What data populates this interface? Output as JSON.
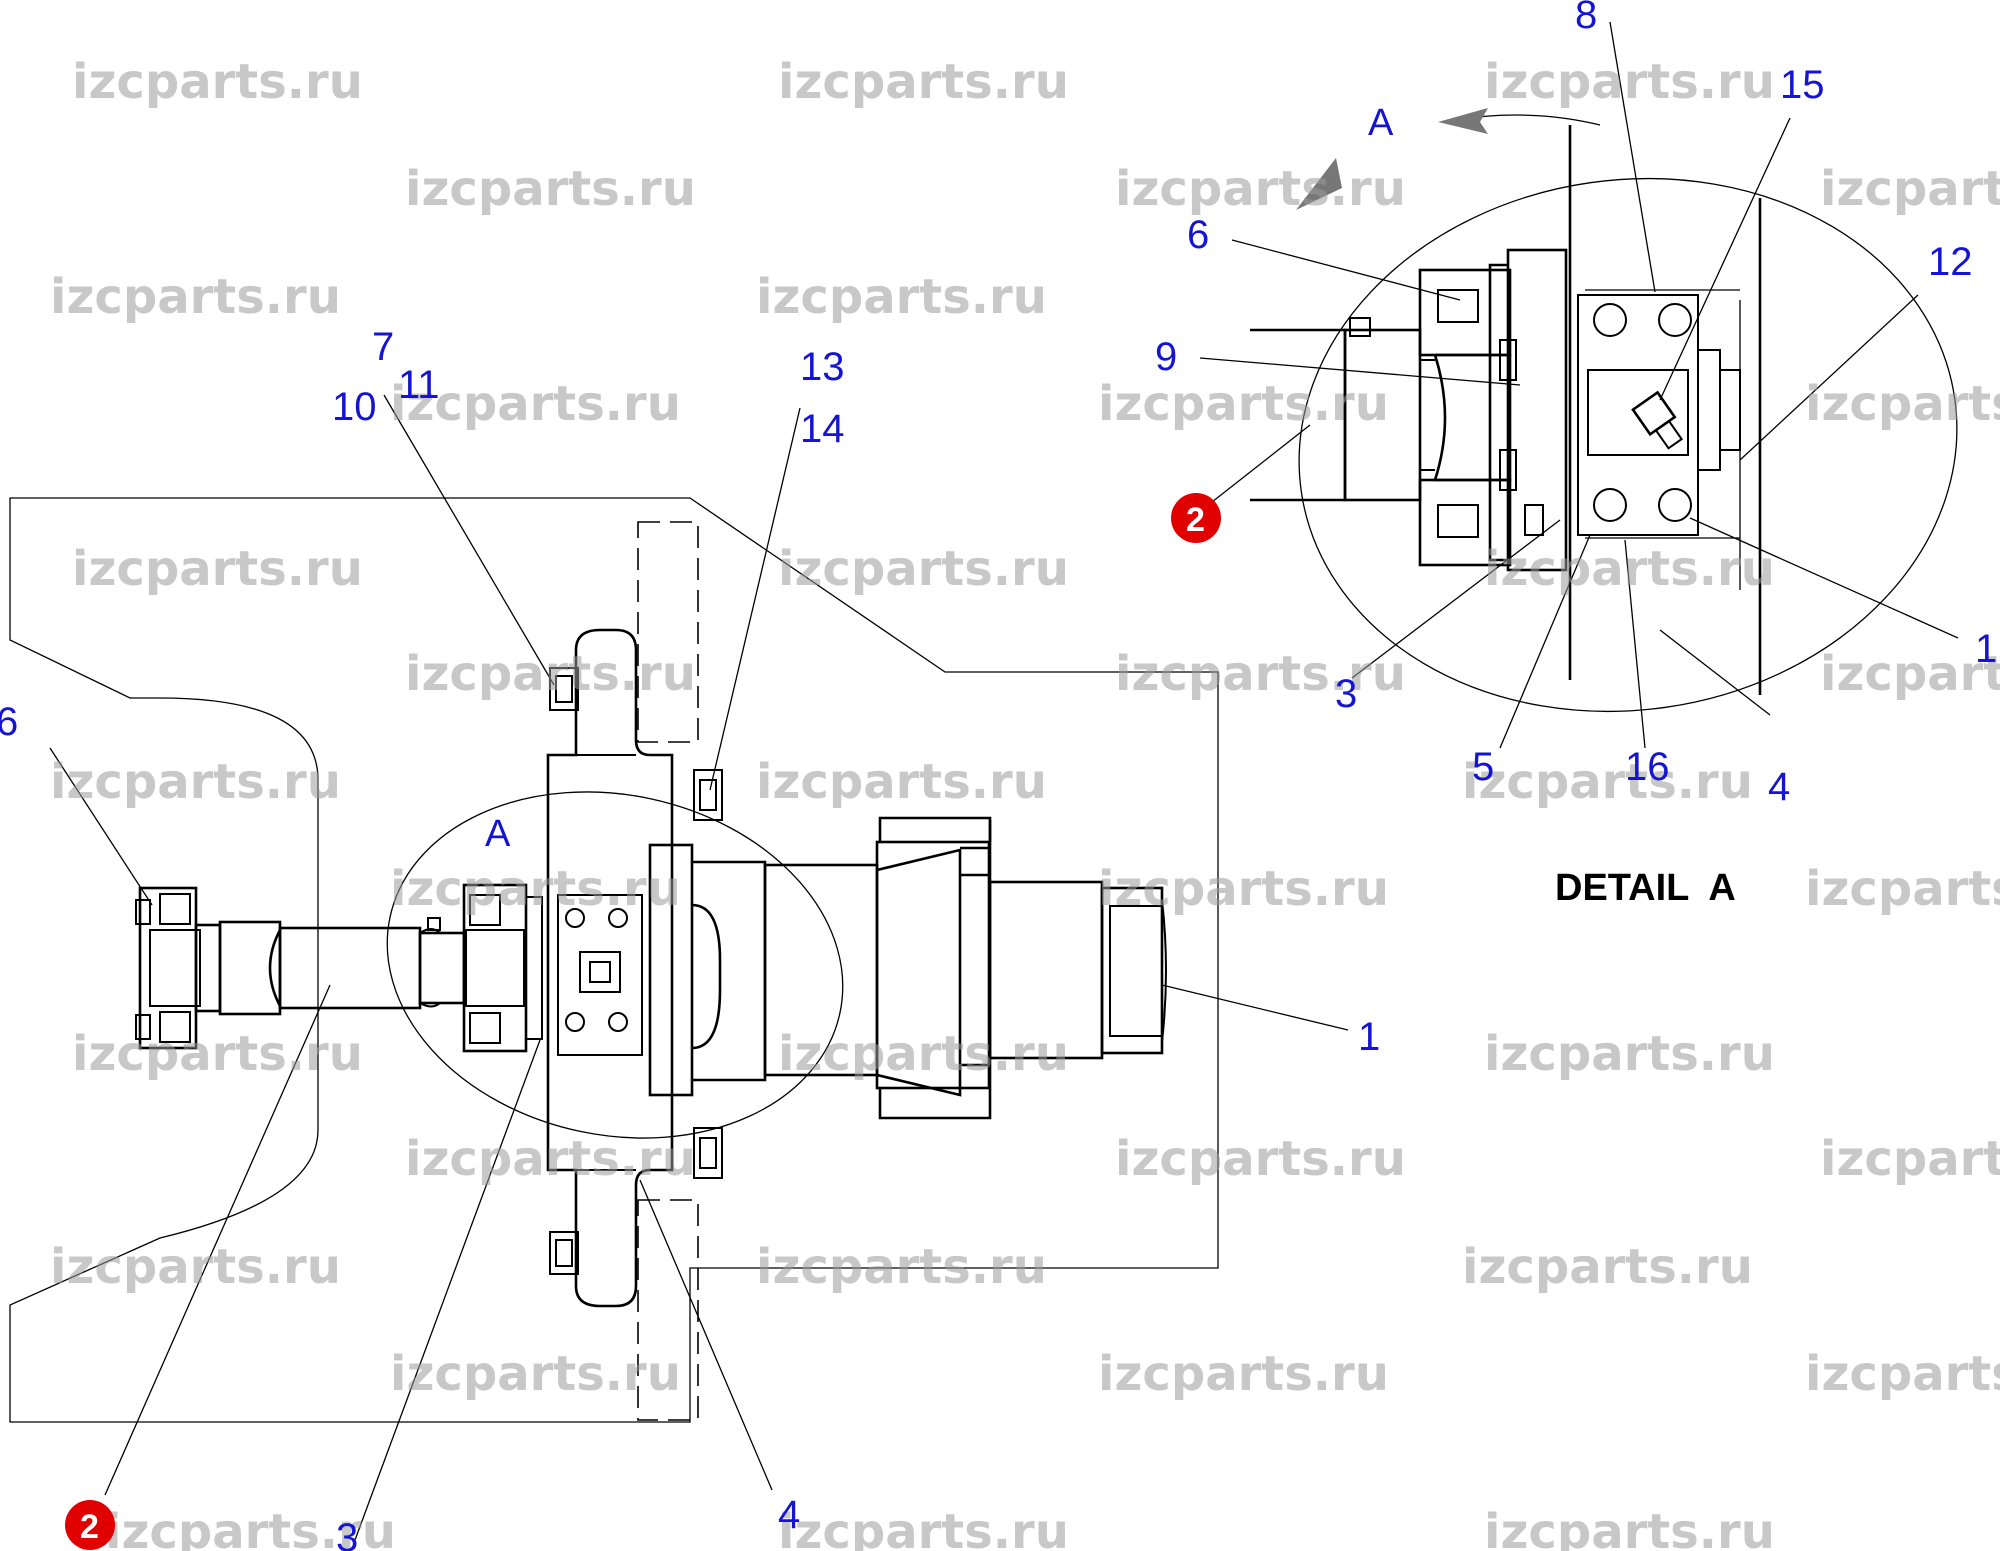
{
  "watermark": {
    "text": "izcparts.ru",
    "color": "#9a9a9a"
  },
  "drawing": {
    "detail_title": "DETAIL  A",
    "section_label": "A",
    "detail_section_label": "A",
    "accent_color": "#1414d2",
    "badge_color": "#e00000",
    "main_view_callouts": {
      "c1": "1",
      "c2_badge": "2",
      "c3": "3",
      "c4": "4",
      "c6": "6",
      "c7": "7",
      "c10": "10",
      "c11": "11",
      "c13": "13",
      "c14": "14"
    },
    "detail_callouts": {
      "c2_badge": "2",
      "c3": "3",
      "c4": "4",
      "c5": "5",
      "c6": "6",
      "c8": "8",
      "c9": "9",
      "c12": "12",
      "c15": "15",
      "c16": "16",
      "c1_cut": "1"
    }
  }
}
